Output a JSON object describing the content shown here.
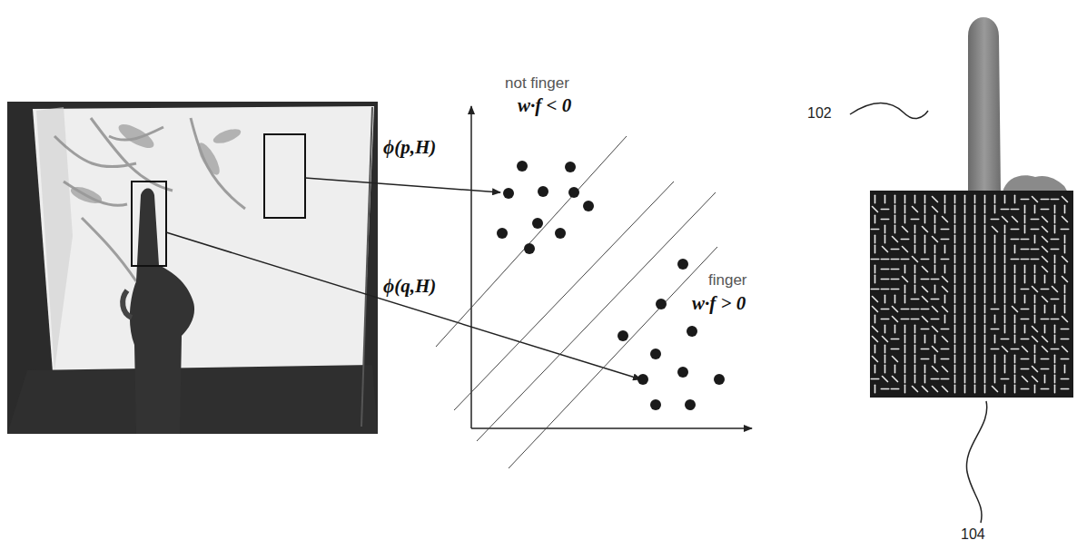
{
  "diagram": {
    "labels": [
      "ϕ(p,H)",
      "ϕ(q,H)",
      "not finger",
      "w·f < 0",
      "finger",
      "w·f > 0",
      "102",
      "104"
    ]
  }
}
